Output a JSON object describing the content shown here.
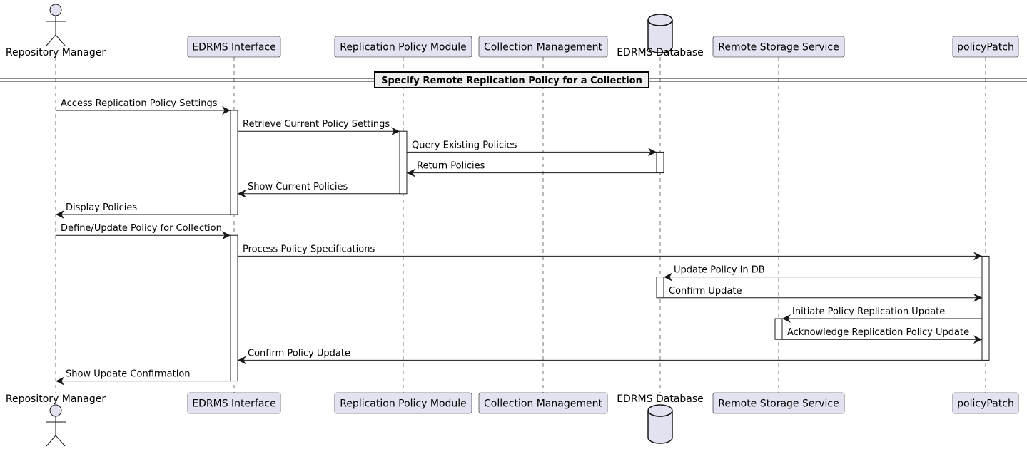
{
  "diagram": {
    "type": "sequence",
    "colors": {
      "participant_fill": "#e2e2f0",
      "participant_border": "#181818",
      "line": "#181818",
      "background": "#ffffff"
    },
    "participants": [
      {
        "id": "rm",
        "label": "Repository Manager",
        "shape": "actor"
      },
      {
        "id": "ui",
        "label": "EDRMS Interface",
        "shape": "box"
      },
      {
        "id": "rpm",
        "label": "Replication Policy Module",
        "shape": "box"
      },
      {
        "id": "cm",
        "label": "Collection Management",
        "shape": "box"
      },
      {
        "id": "db",
        "label": "EDRMS Database",
        "shape": "database"
      },
      {
        "id": "rss",
        "label": "Remote Storage Service",
        "shape": "box"
      },
      {
        "id": "pp",
        "label": "policyPatch",
        "shape": "box"
      }
    ],
    "divider": {
      "label": "Specify Remote Replication Policy for a Collection"
    },
    "messages": [
      {
        "from": "rm",
        "to": "ui",
        "label": "Access Replication Policy Settings"
      },
      {
        "from": "ui",
        "to": "rpm",
        "label": "Retrieve Current Policy Settings"
      },
      {
        "from": "rpm",
        "to": "db",
        "label": "Query Existing Policies"
      },
      {
        "from": "db",
        "to": "rpm",
        "label": "Return Policies"
      },
      {
        "from": "rpm",
        "to": "ui",
        "label": "Show Current Policies"
      },
      {
        "from": "ui",
        "to": "rm",
        "label": "Display Policies"
      },
      {
        "from": "rm",
        "to": "ui",
        "label": "Define/Update Policy for Collection"
      },
      {
        "from": "ui",
        "to": "pp",
        "label": "Process Policy Specifications"
      },
      {
        "from": "pp",
        "to": "db",
        "label": "Update Policy in DB"
      },
      {
        "from": "db",
        "to": "pp",
        "label": "Confirm Update"
      },
      {
        "from": "pp",
        "to": "rss",
        "label": "Initiate Policy Replication Update"
      },
      {
        "from": "rss",
        "to": "pp",
        "label": "Acknowledge Replication Policy Update"
      },
      {
        "from": "pp",
        "to": "ui",
        "label": "Confirm Policy Update"
      },
      {
        "from": "ui",
        "to": "rm",
        "label": "Show Update Confirmation"
      }
    ],
    "activations": [
      {
        "participant": "ui",
        "from_message": 0,
        "to_message": 5
      },
      {
        "participant": "rpm",
        "from_message": 1,
        "to_message": 4
      },
      {
        "participant": "db",
        "from_message": 2,
        "to_message": 3
      },
      {
        "participant": "ui",
        "from_message": 6,
        "to_message": 13
      },
      {
        "participant": "pp",
        "from_message": 7,
        "to_message": 12
      },
      {
        "participant": "db",
        "from_message": 8,
        "to_message": 9
      },
      {
        "participant": "rss",
        "from_message": 10,
        "to_message": 11
      }
    ]
  }
}
